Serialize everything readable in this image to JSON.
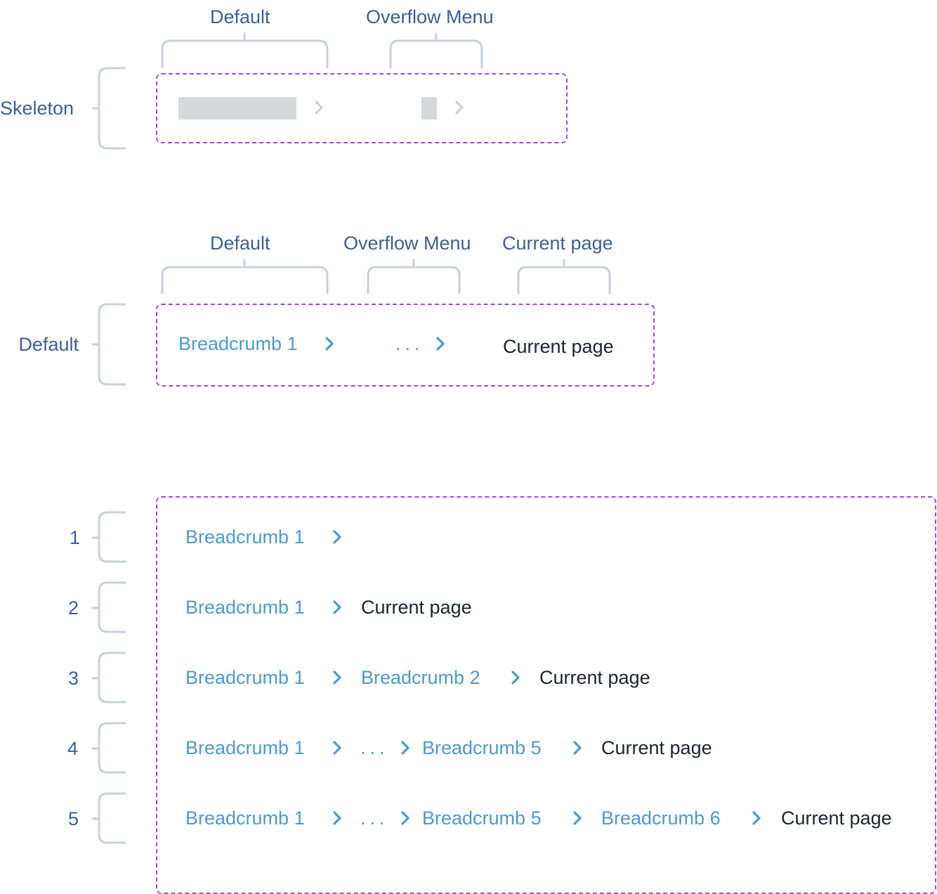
{
  "skeleton_section": {
    "row_label": "Skeleton",
    "annotations": {
      "default": "Default",
      "overflow": "Overflow Menu"
    }
  },
  "default_section": {
    "row_label": "Default",
    "annotations": {
      "default": "Default",
      "overflow": "Overflow Menu",
      "current": "Current page"
    },
    "items": {
      "breadcrumb_1": "Breadcrumb 1",
      "overflow": "...",
      "current": "Current page"
    }
  },
  "levels_section": {
    "rows": [
      {
        "label": "1",
        "items": [
          "Breadcrumb 1"
        ]
      },
      {
        "label": "2",
        "items": [
          "Breadcrumb 1",
          "Current page"
        ]
      },
      {
        "label": "3",
        "items": [
          "Breadcrumb 1",
          "Breadcrumb 2",
          "Current page"
        ]
      },
      {
        "label": "4",
        "items": [
          "Breadcrumb 1",
          "...",
          "Breadcrumb 5",
          "Current page"
        ]
      },
      {
        "label": "5",
        "items": [
          "Breadcrumb 1",
          "...",
          "Breadcrumb 5",
          "Breadcrumb 6",
          "Current page"
        ]
      }
    ]
  },
  "colors": {
    "annotation": "#3d5f99",
    "bracket": "#c8d0db",
    "frame": "#9a4bea",
    "link": "#4a9bd2",
    "current": "#1b2430",
    "skeleton": "#d6d9db",
    "skeleton_chevron": "#c8d0db"
  },
  "icons": {
    "separator": "chevron-right-icon"
  }
}
